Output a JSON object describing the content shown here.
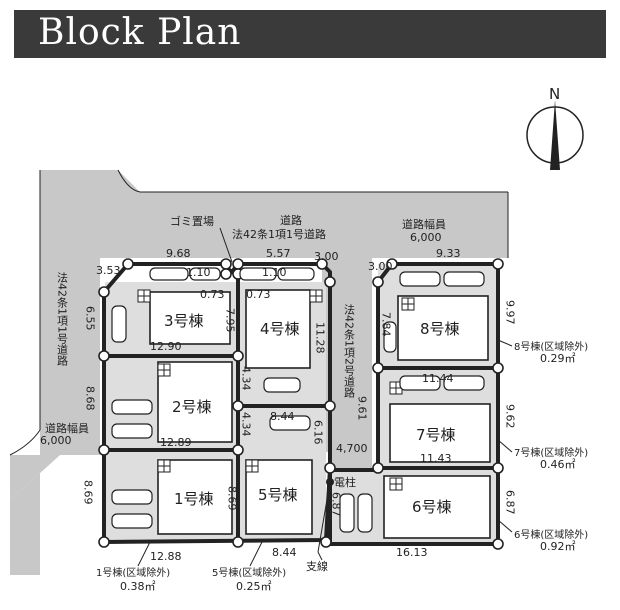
{
  "title": "Block Plan",
  "compass": {
    "label": "N"
  },
  "lots": [
    {
      "id": "lot3",
      "label": "3号棟"
    },
    {
      "id": "lot4",
      "label": "4号棟"
    },
    {
      "id": "lot8",
      "label": "8号棟"
    },
    {
      "id": "lot2",
      "label": "2号棟"
    },
    {
      "id": "lot7",
      "label": "7号棟"
    },
    {
      "id": "lot1",
      "label": "1号棟"
    },
    {
      "id": "lot5",
      "label": "5号棟"
    },
    {
      "id": "lot6",
      "label": "6号棟"
    }
  ],
  "annotations": {
    "garbage_area": "ゴミ置場",
    "road_top_1": "道路",
    "road_top_2": "法42条1項1号道路",
    "road_width_right_1": "道路幅員",
    "road_width_right_2": "6,000",
    "road_width_left_1": "道路幅員",
    "road_width_left_2": "6,000",
    "road_left_vertical": "法42条1項1号道路",
    "road_mid_vertical": "法42条1項2号道路",
    "utility_pole": "電柱",
    "guy_wire": "支線",
    "road_mid_width": "4,700"
  },
  "dimensions": {
    "d_9_68": "9.68",
    "d_5_57": "5.57",
    "d_9_33": "9.33",
    "d_3_53": "3.53",
    "d_3_00_a": "3.00",
    "d_3_00_b": "3.00",
    "d_1_10_a": "1.10",
    "d_1_10_b": "1.10",
    "d_0_73_a": "0.73",
    "d_0_73_b": "0.73",
    "d_6_55": "6.55",
    "d_7_95": "7.95",
    "d_11_28": "11.28",
    "d_7_84": "7.84",
    "d_9_97": "9.97",
    "d_12_90": "12.90",
    "d_4_34_a": "4.34",
    "d_4_34_b": "4.34",
    "d_11_44": "11.44",
    "d_8_68": "8.68",
    "d_8_44_a": "8.44",
    "d_9_61": "9.61",
    "d_9_62": "9.62",
    "d_12_89": "12.89",
    "d_6_16": "6.16",
    "d_11_43": "11.43",
    "d_8_69_a": "8.69",
    "d_8_69_b": "8.69",
    "d_6_87_a": "6.87",
    "d_6_87_b": "6.87",
    "d_12_88": "12.88",
    "d_8_44_b": "8.44",
    "d_16_13": "16.13"
  },
  "exclusions": {
    "lot8": {
      "label": "8号棟(区域除外)",
      "area": "0.29㎡"
    },
    "lot7": {
      "label": "7号棟(区域除外)",
      "area": "0.46㎡"
    },
    "lot6": {
      "label": "6号棟(区域除外)",
      "area": "0.92㎡"
    },
    "lot1": {
      "label": "1号棟(区域除外)",
      "area": "0.38㎡"
    },
    "lot5": {
      "label": "5号棟(区域除外)",
      "area": "0.25㎡"
    }
  },
  "colors": {
    "road": "#c8c8c8",
    "driveway": "#dedede",
    "line": "#222222",
    "title_bg": "#3a3a3a"
  }
}
